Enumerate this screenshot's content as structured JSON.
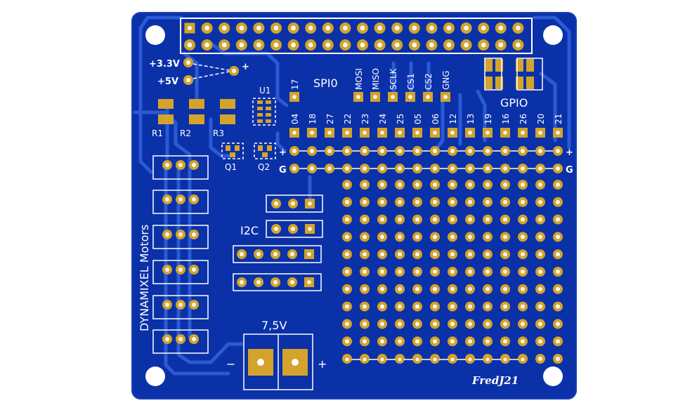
{
  "colors": {
    "board": "#0b31a8",
    "board_edge": "#1a3fb8",
    "trace": "#2a5ad6",
    "copper": "#d4a32b",
    "drill": "#ffffff",
    "silk": "#ffffff"
  },
  "power_labels": {
    "v33": "+3.3V",
    "v5": "+5V",
    "plus": "+"
  },
  "resistors": [
    "R1",
    "R2",
    "R3"
  ],
  "chip": "U1",
  "transistors": [
    "Q1",
    "Q2"
  ],
  "spi": {
    "title": "SPI0",
    "pin17": "17",
    "signals": [
      "MOSI",
      "MISO",
      "SCLK",
      "CS1",
      "CS2",
      "GNG"
    ]
  },
  "gpio": {
    "title": "GPIO",
    "pins": [
      "04",
      "18",
      "27",
      "22",
      "23",
      "24",
      "25",
      "05",
      "06",
      "12",
      "13",
      "19",
      "16",
      "26",
      "20",
      "21"
    ]
  },
  "rails": {
    "plus": "+",
    "ground": "G"
  },
  "i2c": {
    "title": "I2C"
  },
  "motors": {
    "title": "DYNAMIXEL Motors"
  },
  "power_in": {
    "title": "7,5V",
    "minus": "−",
    "plus": "+"
  },
  "signature": "FredJ21"
}
